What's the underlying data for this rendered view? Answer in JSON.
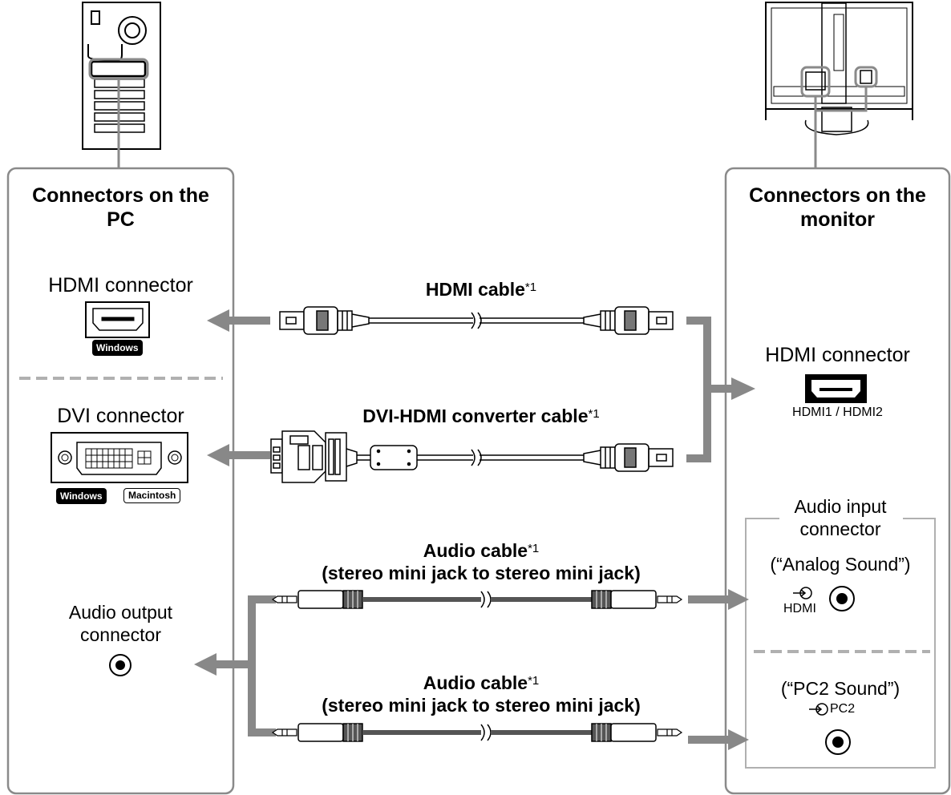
{
  "pc_panel": {
    "title_line1": "Connectors on the",
    "title_line2": "PC",
    "hdmi_label": "HDMI connector",
    "hdmi_badge": "Windows",
    "dvi_label": "DVI connector",
    "dvi_badge_win": "Windows",
    "dvi_badge_mac": "Macintosh",
    "audio_out_line1": "Audio output",
    "audio_out_line2": "connector"
  },
  "monitor_panel": {
    "title_line1": "Connectors on the",
    "title_line2": "monitor",
    "hdmi_label": "HDMI connector",
    "hdmi_port_caption": "HDMI1 / HDMI2",
    "audio_in_line1": "Audio input",
    "audio_in_line2": "connector",
    "analog_sound": "(“Analog Sound”)",
    "analog_port_label": "HDMI",
    "pc2_sound": "(“PC2 Sound”)",
    "pc2_port_label": "PC2"
  },
  "cables": {
    "hdmi": "HDMI cable",
    "dvi_hdmi": "DVI-HDMI converter cable",
    "audio1_line1": "Audio cable",
    "audio1_line2": "(stereo mini jack to stereo mini jack)",
    "audio2_line1": "Audio cable",
    "audio2_line2": "(stereo mini jack to stereo mini jack)",
    "footnote_mark": "*1"
  },
  "colors": {
    "frame": "#8a8a8a",
    "arrow": "#888888",
    "dash": "#b0b0b0",
    "cable": "#555555"
  }
}
